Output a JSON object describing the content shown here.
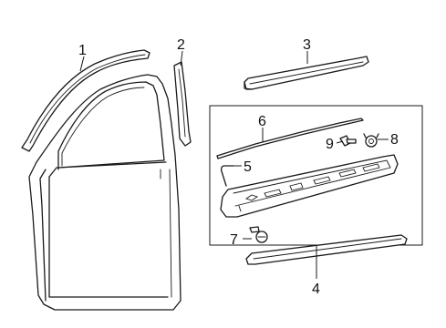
{
  "callouts": [
    {
      "id": "1",
      "label": "1"
    },
    {
      "id": "2",
      "label": "2"
    },
    {
      "id": "3",
      "label": "3"
    },
    {
      "id": "4",
      "label": "4"
    },
    {
      "id": "5",
      "label": "5"
    },
    {
      "id": "6",
      "label": "6"
    },
    {
      "id": "7",
      "label": "7"
    },
    {
      "id": "8",
      "label": "8"
    },
    {
      "id": "9",
      "label": "9"
    }
  ],
  "colors": {
    "line": "#1a1a1a",
    "background": "#ffffff"
  }
}
